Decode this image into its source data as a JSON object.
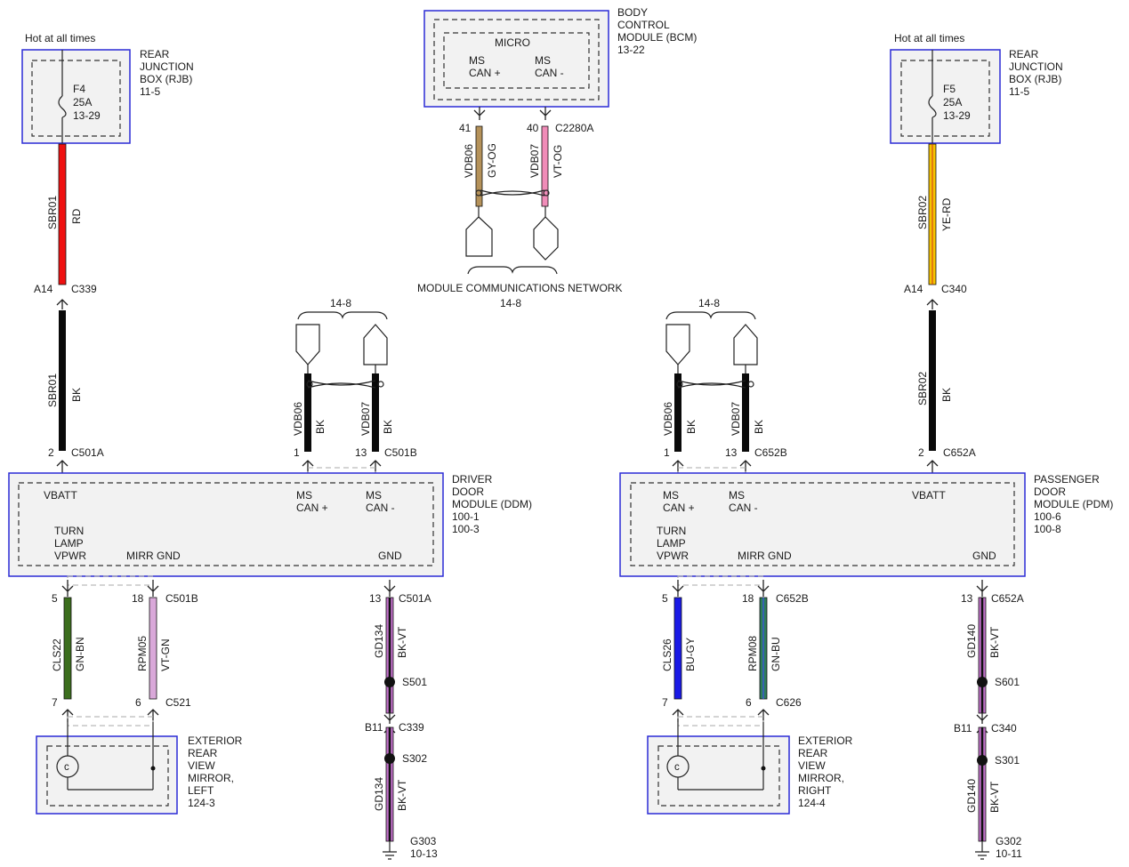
{
  "labels": {
    "hot_left": "Hot at all times",
    "hot_right": "Hot at all times",
    "mcn_title": "MODULE COMMUNICATIONS NETWORK",
    "mcn_page": "14-8",
    "mcn_left_page": "14-8",
    "mcn_right_page": "14-8"
  },
  "rjb_left": {
    "title": [
      "REAR",
      "JUNCTION",
      "BOX (RJB)",
      "11-5"
    ],
    "fuse": [
      "F4",
      "25A",
      "13-29"
    ]
  },
  "rjb_right": {
    "title": [
      "REAR",
      "JUNCTION",
      "BOX (RJB)",
      "11-5"
    ],
    "fuse": [
      "F5",
      "25A",
      "13-29"
    ]
  },
  "bcm": {
    "title": [
      "BODY",
      "CONTROL",
      "MODULE (BCM)",
      "13-22"
    ],
    "micro": "MICRO",
    "can_plus": [
      "MS",
      "CAN +"
    ],
    "can_minus": [
      "MS",
      "CAN -"
    ],
    "pin_left": "41",
    "pin_right": "40",
    "connector": "C2280A"
  },
  "ddm": {
    "title": [
      "DRIVER",
      "DOOR",
      "MODULE (DDM)",
      "100-1",
      "100-3"
    ],
    "vbatt": "VBATT",
    "can_plus": [
      "MS",
      "CAN +"
    ],
    "can_minus": [
      "MS",
      "CAN -"
    ],
    "turn": [
      "TURN",
      "LAMP",
      "VPWR"
    ],
    "mirr_gnd": "MIRR GND",
    "gnd": "GND"
  },
  "pdm": {
    "title": [
      "PASSENGER",
      "DOOR",
      "MODULE (PDM)",
      "100-6",
      "100-8"
    ],
    "vbatt": "VBATT",
    "can_plus": [
      "MS",
      "CAN +"
    ],
    "can_minus": [
      "MS",
      "CAN -"
    ],
    "turn": [
      "TURN",
      "LAMP",
      "VPWR"
    ],
    "mirr_gnd": "MIRR GND",
    "gnd": "GND"
  },
  "mirror_left": {
    "title": [
      "EXTERIOR",
      "REAR",
      "VIEW",
      "MIRROR,",
      "LEFT",
      "124-3"
    ]
  },
  "mirror_right": {
    "title": [
      "EXTERIOR",
      "REAR",
      "VIEW",
      "MIRROR,",
      "RIGHT",
      "124-4"
    ]
  },
  "wires": {
    "sbr01_top": {
      "circuit": "SBR01",
      "color": "RD",
      "hex": "#ee1111"
    },
    "sbr01_bot": {
      "circuit": "SBR01",
      "color": "BK",
      "hex": "#0a0a0a"
    },
    "sbr02_top": {
      "circuit": "SBR02",
      "color": "YE-RD",
      "hex": "#f5c400"
    },
    "sbr02_bot": {
      "circuit": "SBR02",
      "color": "BK",
      "hex": "#0a0a0a"
    },
    "bcm_vdb06": {
      "circuit": "VDB06",
      "color": "GY-OG",
      "hex": "#b5925a"
    },
    "bcm_vdb07": {
      "circuit": "VDB07",
      "color": "VT-OG",
      "hex": "#f08cb8"
    },
    "ddm_vdb06": {
      "circuit": "VDB06",
      "color": "BK",
      "hex": "#0a0a0a"
    },
    "ddm_vdb07": {
      "circuit": "VDB07",
      "color": "BK",
      "hex": "#0a0a0a"
    },
    "pdm_vdb06": {
      "circuit": "VDB06",
      "color": "BK",
      "hex": "#0a0a0a"
    },
    "pdm_vdb07": {
      "circuit": "VDB07",
      "color": "BK",
      "hex": "#0a0a0a"
    },
    "cls22": {
      "circuit": "CLS22",
      "color": "GN-BN",
      "hex": "#3c6e1e"
    },
    "rpm05": {
      "circuit": "RPM05",
      "color": "VT-GN",
      "hex": "#d9a8d9"
    },
    "gd134_top": {
      "circuit": "GD134",
      "color": "BK-VT",
      "hex": "#c070c8"
    },
    "gd134_bot": {
      "circuit": "GD134",
      "color": "BK-VT",
      "hex": "#c070c8"
    },
    "cls26": {
      "circuit": "CLS26",
      "color": "BU-GY",
      "hex": "#1a1ae6"
    },
    "rpm08": {
      "circuit": "RPM08",
      "color": "GN-BU",
      "hex": "#2e7d5a"
    },
    "gd140_top": {
      "circuit": "GD140",
      "color": "BK-VT",
      "hex": "#c070c8"
    },
    "gd140_bot": {
      "circuit": "GD140",
      "color": "BK-VT",
      "hex": "#c070c8"
    }
  },
  "connectors": {
    "l_a14_pin": "A14",
    "l_c339": "C339",
    "r_a14_pin": "A14",
    "r_c340": "C340",
    "l_c501a_pin": "2",
    "l_c501a": "C501A",
    "l_c501b_pin1": "1",
    "l_c501b_pin13": "13",
    "l_c501b": "C501B",
    "r_c652a_pin": "2",
    "r_c652a": "C652A",
    "r_c652b_pin1": "1",
    "r_c652b_pin13": "13",
    "r_c652b": "C652B",
    "l_pin5": "5",
    "l_pin18": "18",
    "l_c501b_bot": "C501B",
    "l_gnd_pin": "13",
    "l_c501a_bot": "C501A",
    "r_pin5": "5",
    "r_pin18": "18",
    "r_c652b_bot": "C652B",
    "r_gnd_pin": "13",
    "r_c652a_bot": "C652A",
    "l_pin7": "7",
    "l_pin6": "6",
    "l_c521": "C521",
    "r_pin7": "7",
    "r_pin6": "6",
    "r_c626": "C626",
    "l_s501": "S501",
    "l_b11": "B11",
    "l_c339_bot": "C339",
    "l_s302": "S302",
    "r_s601": "S601",
    "r_b11": "B11",
    "r_c340_bot": "C340",
    "r_s301": "S301",
    "l_ground": "G303",
    "l_ground_page": "10-13",
    "r_ground": "G302",
    "r_ground_page": "10-11"
  }
}
